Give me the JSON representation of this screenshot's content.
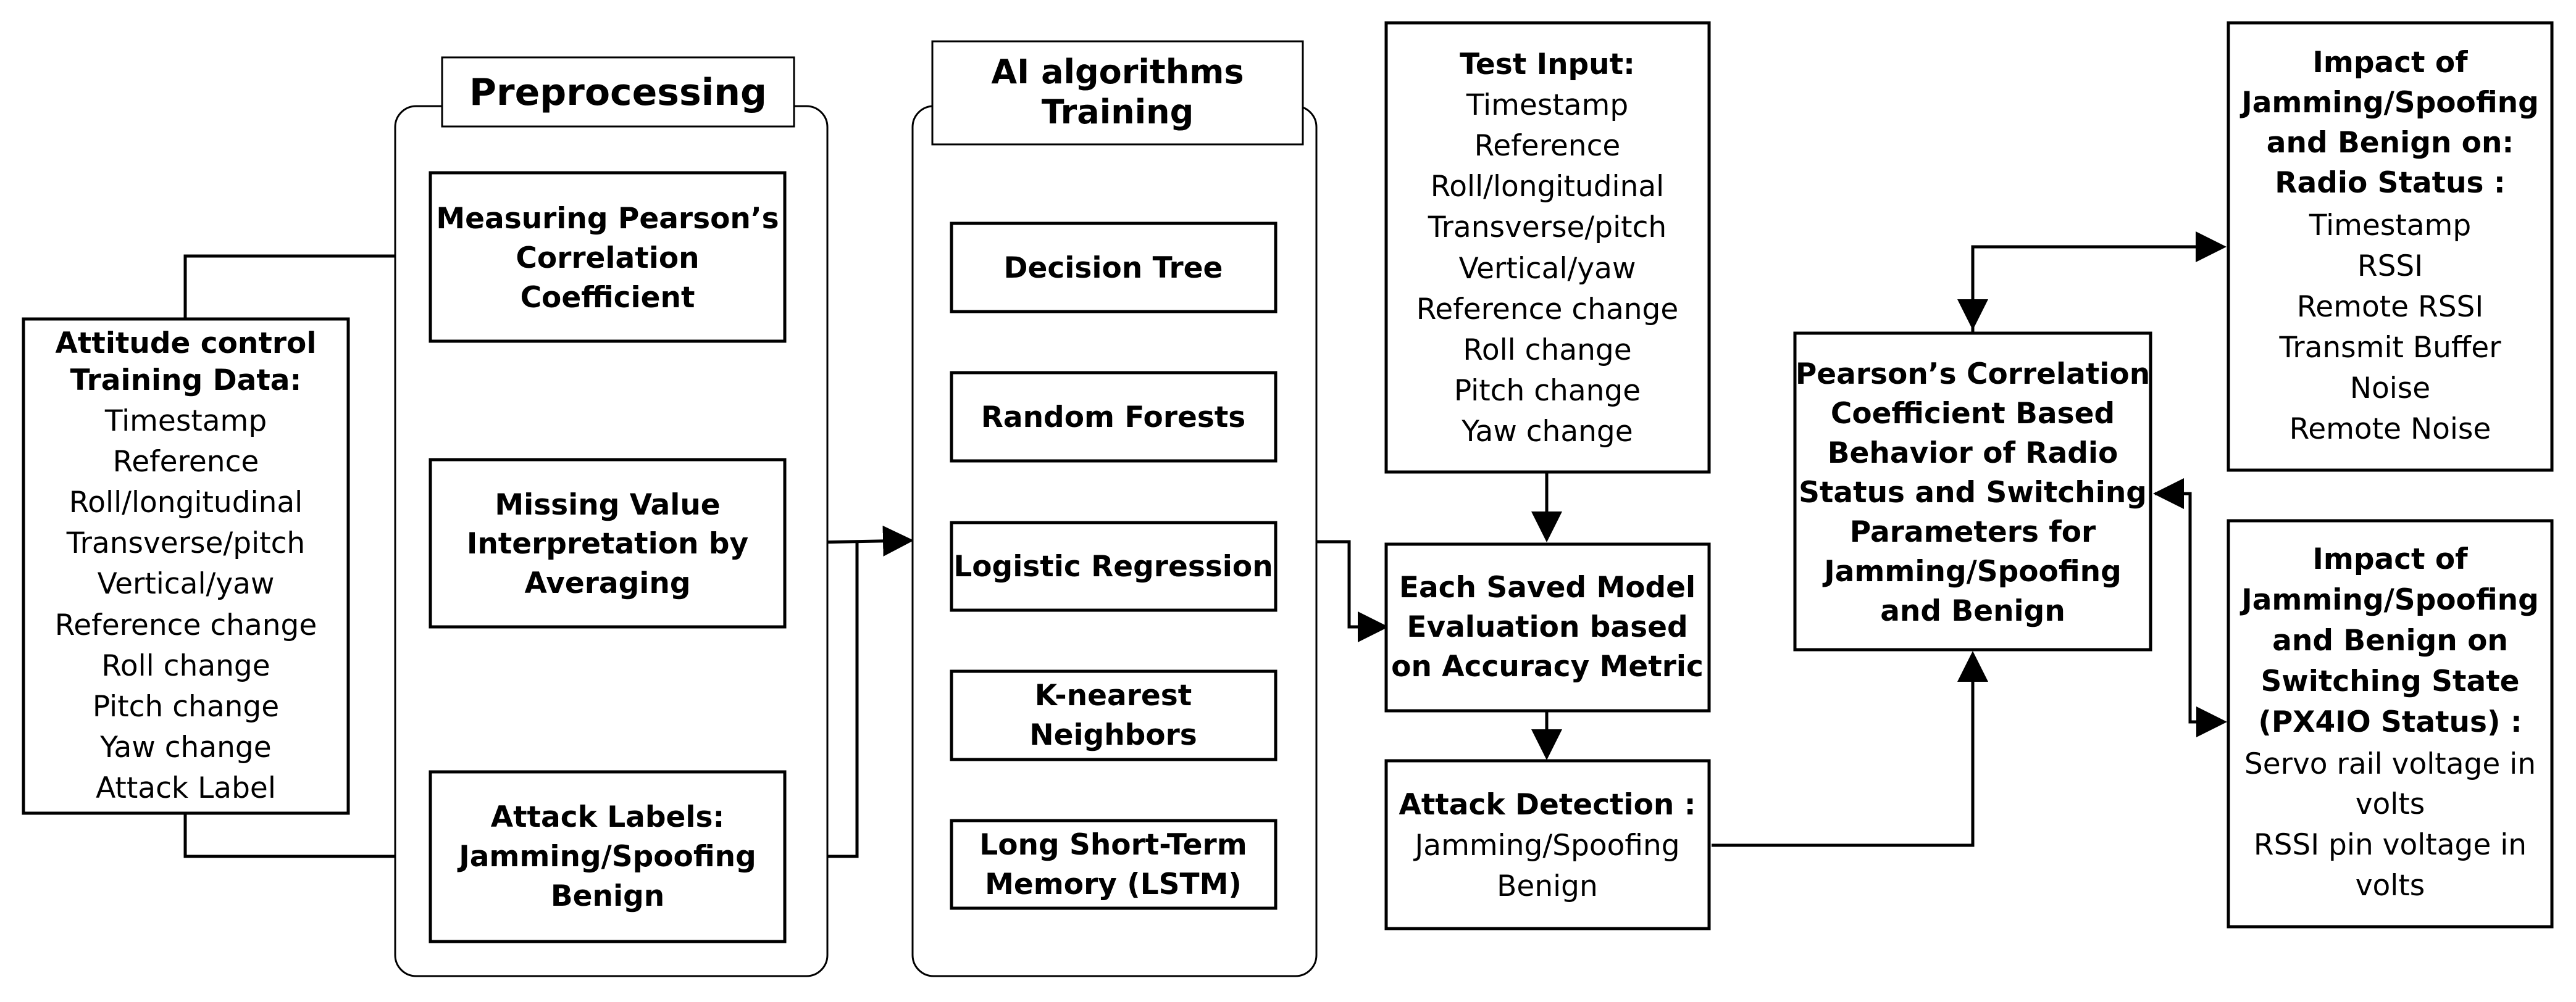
{
  "training_data": {
    "title": [
      "Attitude control",
      "Training Data:"
    ],
    "items": [
      "Timestamp",
      "Reference",
      "Roll/longitudinal",
      "Transverse/pitch",
      "Vertical/yaw",
      "Reference change",
      "Roll change",
      "Pitch change",
      "Yaw change",
      "Attack Label"
    ]
  },
  "preprocessing": {
    "title": "Preprocessing",
    "pearson": [
      "Measuring Pearson’s",
      "Correlation",
      "Coefficient"
    ],
    "missing": [
      "Missing Value",
      "Interpretation by",
      "Averaging"
    ],
    "labels": [
      "Attack Labels:",
      "Jamming/Spoofing",
      "Benign"
    ]
  },
  "ai_training": {
    "title": [
      "AI algorithms",
      "Training"
    ],
    "algorithms": [
      [
        "Decision Tree"
      ],
      [
        "Random Forests"
      ],
      [
        "Logistic Regression"
      ],
      [
        "K-nearest",
        "Neighbors"
      ],
      [
        "Long Short-Term",
        "Memory (LSTM)"
      ]
    ]
  },
  "test_input": {
    "title": "Test Input:",
    "items": [
      "Timestamp",
      "Reference",
      "Roll/longitudinal",
      "Transverse/pitch",
      "Vertical/yaw",
      "Reference change",
      "Roll change",
      "Pitch change",
      "Yaw change"
    ]
  },
  "evaluation": [
    "Each Saved Model",
    "Evaluation based",
    "on Accuracy Metric"
  ],
  "attack_detection": {
    "title": "Attack Detection :",
    "items": [
      "Jamming/Spoofing",
      "Benign"
    ]
  },
  "pearson_behavior": [
    "Pearson’s Correlation",
    "Coefficient Based",
    "Behavior of Radio",
    "Status and Switching",
    "Parameters for",
    "Jamming/Spoofing",
    "and  Benign"
  ],
  "radio_impact": {
    "title": [
      "Impact of",
      "Jamming/Spoofing",
      "and  Benign on:",
      "Radio Status :"
    ],
    "items": [
      "Timestamp",
      "RSSI",
      "Remote RSSI",
      "Transmit Buffer",
      "Noise",
      "Remote Noise"
    ]
  },
  "switching_impact": {
    "title": [
      "Impact of",
      "Jamming/Spoofing",
      "and  Benign on",
      "Switching State",
      "(PX4IO Status) :"
    ],
    "items": [
      "Servo rail voltage in",
      "volts",
      "RSSI pin voltage in",
      "volts"
    ]
  }
}
